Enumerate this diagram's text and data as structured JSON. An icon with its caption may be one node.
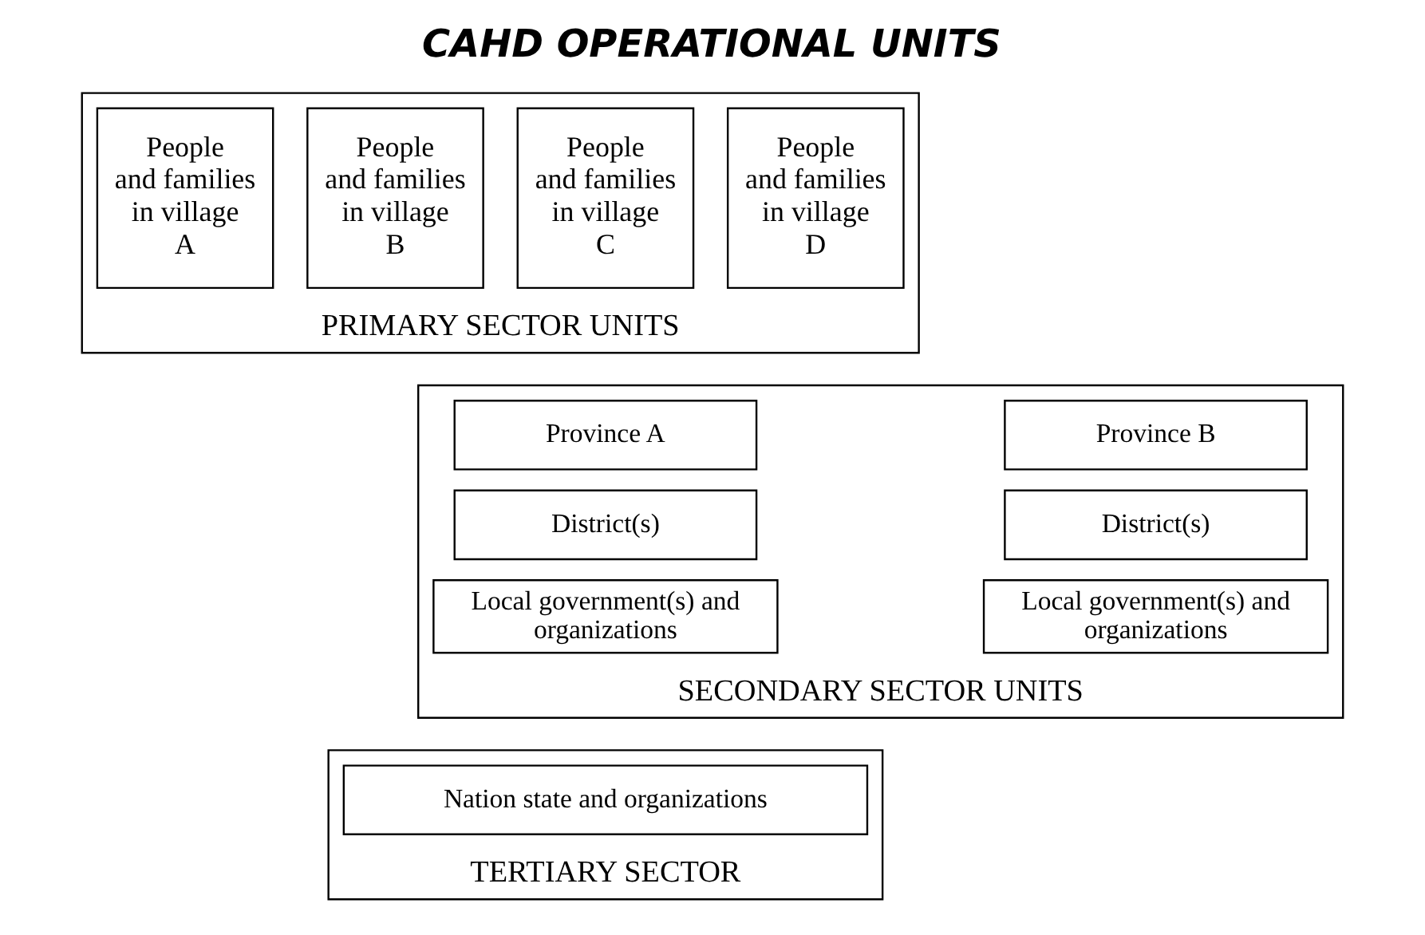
{
  "diagram": {
    "title": "CAHD OPERATIONAL UNITS",
    "nodes": [
      {
        "text": [
          "PRIMARY SECTOR UNITS"
        ]
      },
      {
        "text": [
          "People and families in village A"
        ],
        "in": 0
      },
      {
        "text": [
          "People and families in village B"
        ],
        "in": 0
      },
      {
        "text": [
          "People and families in village C"
        ],
        "in": 0
      },
      {
        "text": [
          "People and families in village D"
        ],
        "in": 0
      },
      {
        "text": [
          "SECONDARY SECTOR UNITS"
        ]
      },
      {
        "text": [
          "Province A"
        ],
        "in": 5
      },
      {
        "text": [
          "District(s)"
        ],
        "in": 5
      },
      {
        "text": [
          "Local government(s) and organizations"
        ],
        "in": 5
      },
      {
        "text": [
          "Province B"
        ],
        "in": 5
      },
      {
        "text": [
          "District(s)"
        ],
        "in": 5
      },
      {
        "text": [
          "Local government(s) and organizations"
        ],
        "in": 5
      },
      {
        "text": [
          "TERTIARY SECTOR"
        ]
      },
      {
        "text": [
          "Nation state and organizations"
        ],
        "in": 12
      }
    ],
    "edges": []
  }
}
